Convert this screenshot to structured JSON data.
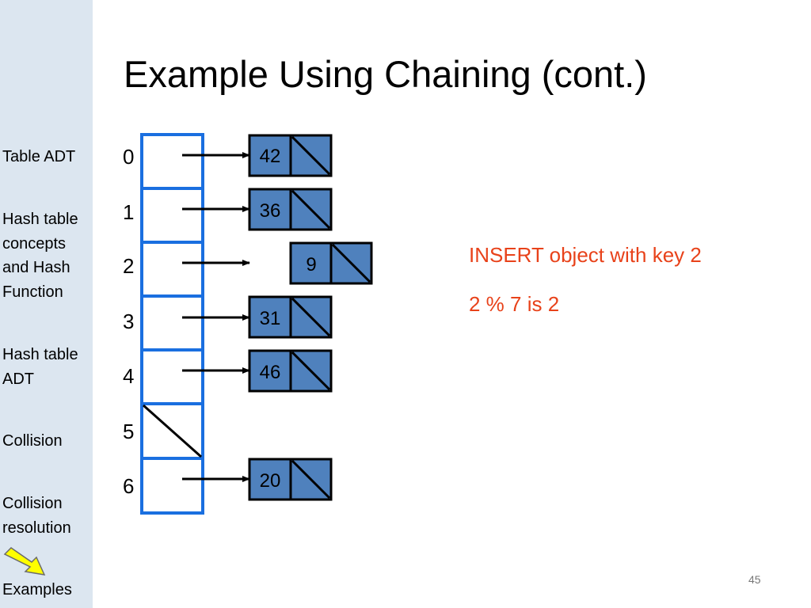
{
  "sidebar": {
    "items": [
      {
        "label": "Table ADT"
      },
      {
        "label": "Hash table concepts and Hash Function"
      },
      {
        "label": "Hash table ADT"
      },
      {
        "label": "Collision"
      },
      {
        "label": "Collision resolution"
      },
      {
        "label": "Examples"
      }
    ],
    "lines": {
      "table_adt": [
        "Table ADT"
      ],
      "hash_concepts": [
        "Hash table",
        "concepts",
        "and Hash",
        "Function"
      ],
      "hash_adt": [
        "Hash table",
        "ADT"
      ],
      "collision": [
        "Collision"
      ],
      "collision_resolution": [
        "Collision",
        "resolution"
      ],
      "examples": [
        "Examples"
      ]
    },
    "current_indicator": "yellow-arrow-icon"
  },
  "slide": {
    "title": "Example Using Chaining (cont.)",
    "message_line1": "INSERT object with key 2",
    "message_line2": "2 % 7 is 2",
    "page_number": "45"
  },
  "hash_table": {
    "indices": [
      "0",
      "1",
      "2",
      "3",
      "4",
      "5",
      "6"
    ],
    "chains": [
      {
        "index": "0",
        "value": "42"
      },
      {
        "index": "1",
        "value": "36"
      },
      {
        "index": "2",
        "value": "9"
      },
      {
        "index": "3",
        "value": "31"
      },
      {
        "index": "4",
        "value": "46"
      },
      {
        "index": "5",
        "value": ""
      },
      {
        "index": "6",
        "value": "20"
      }
    ]
  },
  "colors": {
    "sidebar_bg": "#dce6f0",
    "table_border": "#1a6fe0",
    "node_fill": "#4f81bd",
    "message": "#e8421a",
    "arrow_fill": "#ffff00"
  }
}
